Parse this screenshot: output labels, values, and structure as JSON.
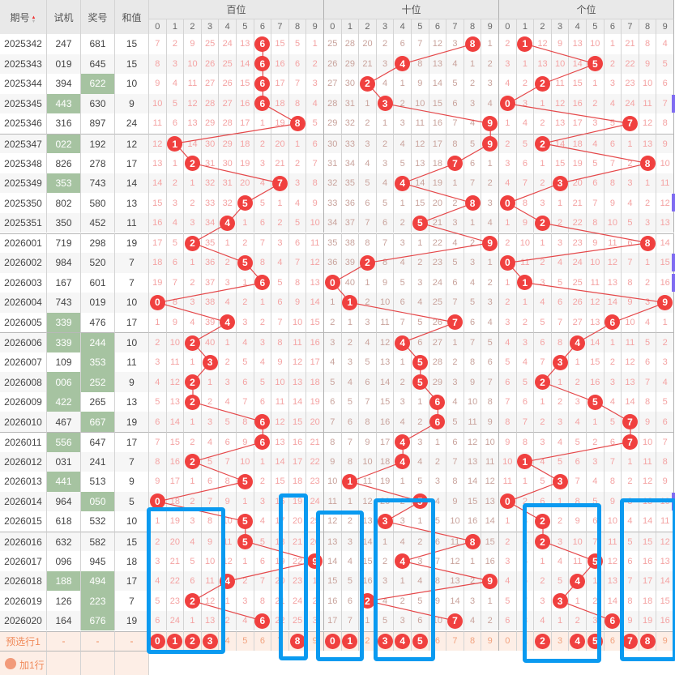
{
  "header": {
    "issue": "期号",
    "sort_icon": "sort-arrows-icon",
    "test": "试机",
    "draw": "奖号",
    "sum": "和值",
    "groups": [
      "百位",
      "十位",
      "个位"
    ],
    "digits": [
      "0",
      "1",
      "2",
      "3",
      "4",
      "5",
      "6",
      "7",
      "8",
      "9"
    ]
  },
  "rows": [
    {
      "issue": "2025342",
      "test": "247",
      "draw": "681",
      "sum": "15",
      "test_hl": false,
      "draw_hl": false
    },
    {
      "issue": "2025343",
      "test": "019",
      "draw": "645",
      "sum": "15",
      "test_hl": false,
      "draw_hl": false
    },
    {
      "issue": "2025344",
      "test": "394",
      "draw": "622",
      "sum": "10",
      "test_hl": false,
      "draw_hl": true
    },
    {
      "issue": "2025345",
      "test": "443",
      "draw": "630",
      "sum": "9",
      "test_hl": true,
      "draw_hl": false
    },
    {
      "issue": "2025346",
      "test": "316",
      "draw": "897",
      "sum": "24",
      "test_hl": false,
      "draw_hl": false
    },
    {
      "issue": "2025347",
      "test": "022",
      "draw": "192",
      "sum": "12",
      "test_hl": true,
      "draw_hl": false
    },
    {
      "issue": "2025348",
      "test": "826",
      "draw": "278",
      "sum": "17",
      "test_hl": false,
      "draw_hl": false
    },
    {
      "issue": "2025349",
      "test": "353",
      "draw": "743",
      "sum": "14",
      "test_hl": true,
      "draw_hl": false
    },
    {
      "issue": "2025350",
      "test": "802",
      "draw": "580",
      "sum": "13",
      "test_hl": false,
      "draw_hl": false
    },
    {
      "issue": "2025351",
      "test": "350",
      "draw": "452",
      "sum": "11",
      "test_hl": false,
      "draw_hl": false
    },
    {
      "issue": "2026001",
      "test": "719",
      "draw": "298",
      "sum": "19",
      "test_hl": false,
      "draw_hl": false
    },
    {
      "issue": "2026002",
      "test": "984",
      "draw": "520",
      "sum": "7",
      "test_hl": false,
      "draw_hl": false
    },
    {
      "issue": "2026003",
      "test": "167",
      "draw": "601",
      "sum": "7",
      "test_hl": false,
      "draw_hl": false
    },
    {
      "issue": "2026004",
      "test": "743",
      "draw": "019",
      "sum": "10",
      "test_hl": false,
      "draw_hl": false
    },
    {
      "issue": "2026005",
      "test": "339",
      "draw": "476",
      "sum": "17",
      "test_hl": true,
      "draw_hl": false
    },
    {
      "issue": "2026006",
      "test": "339",
      "draw": "244",
      "sum": "10",
      "test_hl": true,
      "draw_hl": true
    },
    {
      "issue": "2026007",
      "test": "109",
      "draw": "353",
      "sum": "11",
      "test_hl": false,
      "draw_hl": true
    },
    {
      "issue": "2026008",
      "test": "006",
      "draw": "252",
      "sum": "9",
      "test_hl": true,
      "draw_hl": true
    },
    {
      "issue": "2026009",
      "test": "422",
      "draw": "265",
      "sum": "13",
      "test_hl": true,
      "draw_hl": false
    },
    {
      "issue": "2026010",
      "test": "467",
      "draw": "667",
      "sum": "19",
      "test_hl": false,
      "draw_hl": true
    },
    {
      "issue": "2026011",
      "test": "556",
      "draw": "647",
      "sum": "17",
      "test_hl": true,
      "draw_hl": false
    },
    {
      "issue": "2026012",
      "test": "031",
      "draw": "241",
      "sum": "7",
      "test_hl": false,
      "draw_hl": false
    },
    {
      "issue": "2026013",
      "test": "441",
      "draw": "513",
      "sum": "9",
      "test_hl": true,
      "draw_hl": false
    },
    {
      "issue": "2026014",
      "test": "964",
      "draw": "050",
      "sum": "5",
      "test_hl": false,
      "draw_hl": true
    },
    {
      "issue": "2026015",
      "test": "618",
      "draw": "532",
      "sum": "10",
      "test_hl": false,
      "draw_hl": false
    },
    {
      "issue": "2026016",
      "test": "632",
      "draw": "582",
      "sum": "15",
      "test_hl": false,
      "draw_hl": false
    },
    {
      "issue": "2026017",
      "test": "096",
      "draw": "945",
      "sum": "18",
      "test_hl": false,
      "draw_hl": false
    },
    {
      "issue": "2026018",
      "test": "188",
      "draw": "494",
      "sum": "17",
      "test_hl": true,
      "draw_hl": true
    },
    {
      "issue": "2026019",
      "test": "126",
      "draw": "223",
      "sum": "7",
      "test_hl": false,
      "draw_hl": true
    },
    {
      "issue": "2026020",
      "test": "164",
      "draw": "676",
      "sum": "19",
      "test_hl": false,
      "draw_hl": true
    }
  ],
  "first_row_omission": [
    [
      7,
      2,
      9,
      25,
      24,
      13,
      0,
      15,
      5,
      1
    ],
    [
      25,
      28,
      20,
      2,
      6,
      7,
      12,
      3,
      0,
      1
    ],
    [
      2,
      0,
      12,
      9,
      13,
      10,
      1,
      21,
      8,
      4
    ]
  ],
  "preselect": {
    "label": "预选行1",
    "dash": "-",
    "selected": [
      [
        0,
        1,
        2,
        3,
        8
      ],
      [
        0,
        1,
        3,
        4,
        5
      ],
      [
        2,
        4,
        5,
        7,
        8
      ]
    ]
  },
  "add_row": {
    "label": "加1行"
  },
  "colors": {
    "ball": "#f0403f",
    "highlight": "#a6c3a1",
    "annotation": "#0a9af0"
  }
}
